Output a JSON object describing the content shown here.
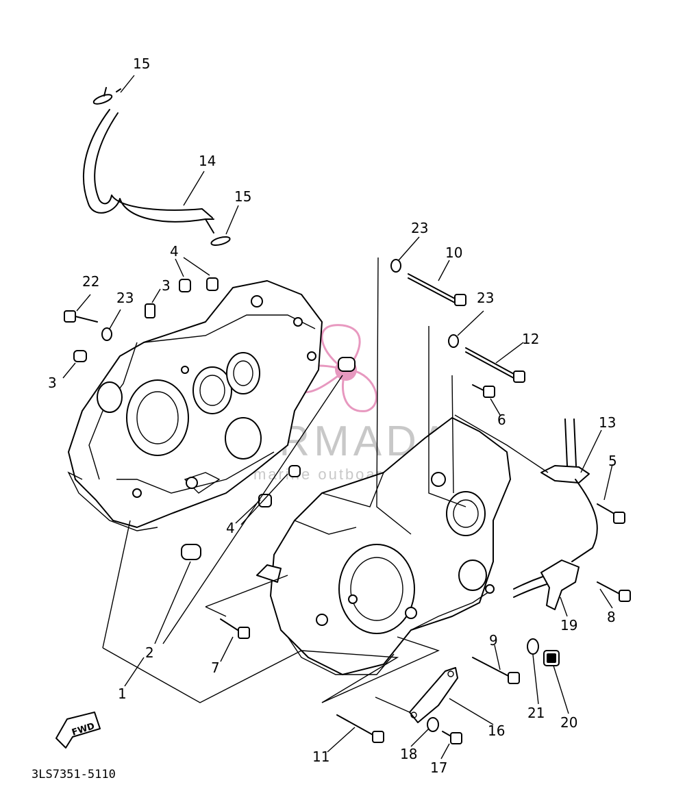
{
  "diagram": {
    "part_number_code": "3LS7351-5110",
    "fwd_label": "FWD",
    "watermark": {
      "brand": "ARMADA",
      "tagline": "marine outboards",
      "logo_color": "#e27fb0"
    },
    "callouts": [
      {
        "id": "c15a",
        "label": "15"
      },
      {
        "id": "c14",
        "label": "14"
      },
      {
        "id": "c15b",
        "label": "15"
      },
      {
        "id": "c4a",
        "label": "4"
      },
      {
        "id": "c22",
        "label": "22"
      },
      {
        "id": "c3a",
        "label": "3"
      },
      {
        "id": "c23a",
        "label": "23"
      },
      {
        "id": "c3b",
        "label": "3"
      },
      {
        "id": "c23b",
        "label": "23"
      },
      {
        "id": "c10",
        "label": "10"
      },
      {
        "id": "c23c",
        "label": "23"
      },
      {
        "id": "c12",
        "label": "12"
      },
      {
        "id": "c6",
        "label": "6"
      },
      {
        "id": "c13",
        "label": "13"
      },
      {
        "id": "c5",
        "label": "5"
      },
      {
        "id": "c4b",
        "label": "4"
      },
      {
        "id": "c2",
        "label": "2"
      },
      {
        "id": "c7",
        "label": "7"
      },
      {
        "id": "c1",
        "label": "1"
      },
      {
        "id": "c19",
        "label": "19"
      },
      {
        "id": "c8",
        "label": "8"
      },
      {
        "id": "c9",
        "label": "9"
      },
      {
        "id": "c21",
        "label": "21"
      },
      {
        "id": "c20",
        "label": "20"
      },
      {
        "id": "c16",
        "label": "16"
      },
      {
        "id": "c11",
        "label": "11"
      },
      {
        "id": "c18",
        "label": "18"
      },
      {
        "id": "c17",
        "label": "17"
      }
    ]
  }
}
